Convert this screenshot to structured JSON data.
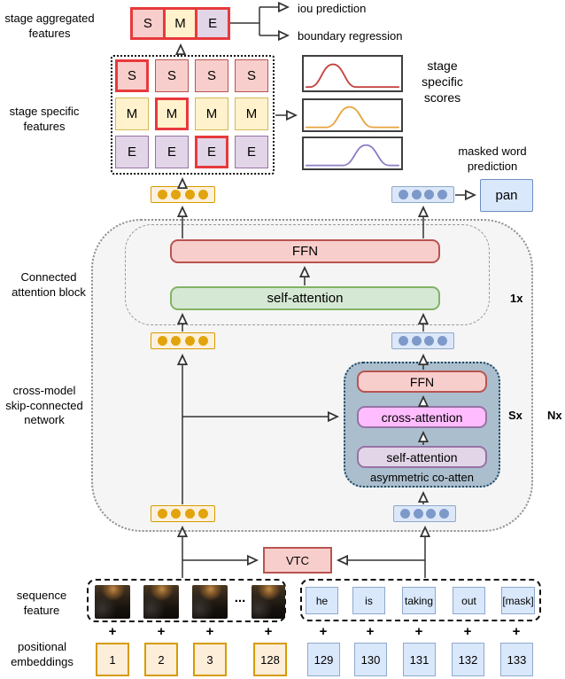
{
  "side_labels": {
    "stage_aggregated": "stage aggregated features",
    "stage_specific": "stage specific features",
    "connected_attention": "Connected attention block",
    "cross_model": "cross-model skip-connected network",
    "sequence_feature": "sequence feature",
    "positional_embeddings": "positional embeddings"
  },
  "heads": {
    "iou": "iou prediction",
    "boundary": "boundary regression",
    "scores": "stage specific scores",
    "masked_word": "masked word prediction",
    "pan": "pan"
  },
  "aggregated_cells": [
    "S",
    "M",
    "E"
  ],
  "grid": {
    "rows": [
      {
        "cells": [
          "S",
          "S",
          "S",
          "S"
        ],
        "highlight": 0
      },
      {
        "cells": [
          "M",
          "M",
          "M",
          "M"
        ],
        "highlight": 1
      },
      {
        "cells": [
          "E",
          "E",
          "E",
          "E"
        ],
        "highlight": 2
      }
    ]
  },
  "score_plots": [
    {
      "stage": "S",
      "color": "#c4443f",
      "peak": 0.3
    },
    {
      "stage": "M",
      "color": "#e8a33d",
      "peak": 0.47
    },
    {
      "stage": "E",
      "color": "#8e7cc3",
      "peak": 0.64
    }
  ],
  "cab": {
    "ffn": "FFN",
    "self_attention": "self-attention",
    "repeat": "1x"
  },
  "asym": {
    "ffn": "FFN",
    "cross_attention": "cross-attention",
    "self_attention": "self-attention",
    "caption": "asymmetric co-atten",
    "repeat_inner": "Sx",
    "repeat_outer": "Nx"
  },
  "vtc_label": "VTC",
  "ellipsis": "...",
  "plus": "+",
  "words": [
    "he",
    "is",
    "taking",
    "out",
    "[mask]"
  ],
  "video_positions": [
    "1",
    "2",
    "3",
    "128"
  ],
  "word_positions": [
    "129",
    "130",
    "131",
    "132",
    "133"
  ],
  "colors": {
    "stage_s_fill": "#f8cecc",
    "stage_s_stroke": "#b85450",
    "stage_m_fill": "#fff2cc",
    "stage_m_stroke": "#d6b656",
    "stage_e_fill": "#e1d5e7",
    "stage_e_stroke": "#9673a6",
    "highlight_red": "#e8393c",
    "green_fill": "#d5e8d4",
    "green_stroke": "#82b366",
    "blue_fill": "#dae8fc",
    "blue_stroke": "#6c8ebf",
    "orange_fill": "#fdeed9",
    "orange_stroke": "#d79b00",
    "pink_fill": "#ffbdff",
    "coatten_fill": "#abbecd",
    "coatten_stroke": "#1d4860"
  }
}
